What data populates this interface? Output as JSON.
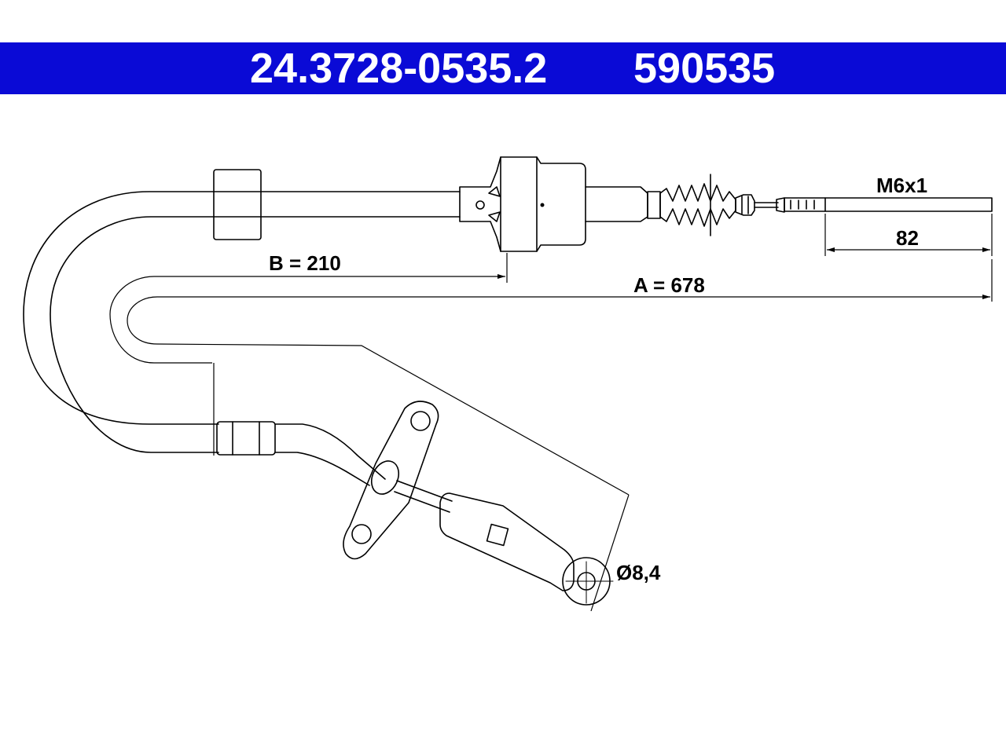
{
  "header": {
    "part_number": "24.3728-0535.2",
    "ref_number": "590535",
    "background_color": "#0a0ad6",
    "text_color": "#ffffff"
  },
  "dimensions": {
    "thread": "M6x1",
    "thread_length": "82",
    "length_a": "A = 678",
    "length_b": "B = 210",
    "eye_diameter": "Ø8,4"
  }
}
